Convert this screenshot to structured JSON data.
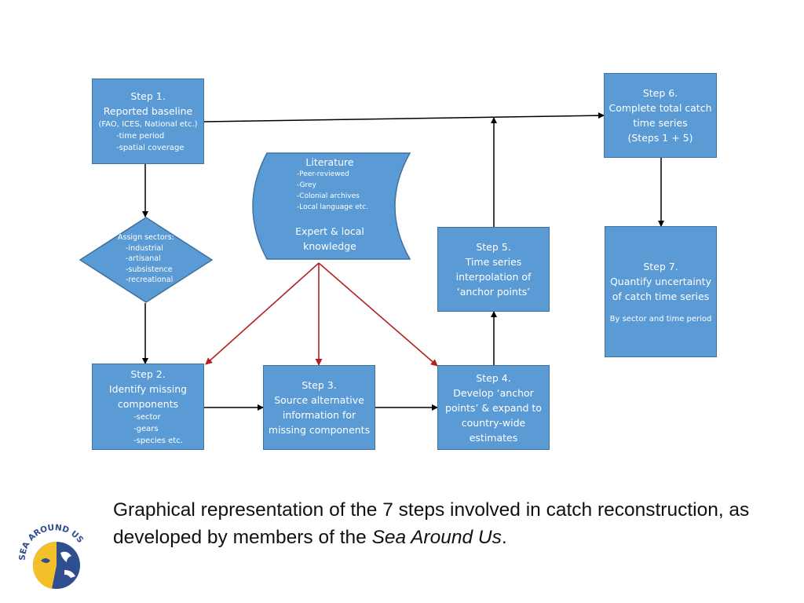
{
  "steps": {
    "step1": {
      "title": "Step 1.",
      "line1": "Reported baseline",
      "line2": "(FAO, ICES, National etc.)",
      "sub1": "-time period",
      "sub2": "-spatial coverage"
    },
    "sectors": {
      "title": "Assign sectors:",
      "items": [
        "-industrial",
        "-artisanal",
        "-subsistence",
        "-recreational"
      ]
    },
    "step2": {
      "title": "Step 2.",
      "line1": "Identify missing",
      "line2": "components",
      "items": [
        "-sector",
        "-gears",
        "-species etc."
      ]
    },
    "step3": {
      "title": "Step 3.",
      "line1": "Source alternative",
      "line2": "information for",
      "line3": "missing components"
    },
    "step4": {
      "title": "Step 4.",
      "line1": "Develop ‘anchor",
      "line2": "points’ & expand to",
      "line3": "country-wide",
      "line4": "estimates"
    },
    "step5": {
      "title": "Step 5.",
      "line1": "Time series",
      "line2": "interpolation of",
      "line3": "‘anchor points’"
    },
    "step6": {
      "title": "Step 6.",
      "line1": "Complete total catch",
      "line2": "time series",
      "line3": "(Steps 1 + 5)"
    },
    "step7": {
      "title": "Step 7.",
      "line1": "Quantify uncertainty",
      "line2": "of catch time series",
      "note": "By sector and time period"
    }
  },
  "literature": {
    "title": "Literature",
    "items": [
      "-Peer-reviewed",
      "-Grey",
      "-Colonial archives",
      "-Local language etc."
    ],
    "line1": "Expert & local",
    "line2": "knowledge"
  },
  "caption": {
    "text": "Graphical representation of the 7 steps involved in catch reconstruction, as developed by members of the ",
    "italic": "Sea Around Us",
    "end": "."
  },
  "logo": {
    "text": "SEA AROUND US"
  },
  "colors": {
    "box_fill": "#5b9bd5",
    "box_border": "#41719c",
    "arrow_black": "#000000",
    "arrow_red": "#b22222",
    "logo_yellow": "#f3c02a",
    "logo_blue": "#2e4e8f"
  }
}
